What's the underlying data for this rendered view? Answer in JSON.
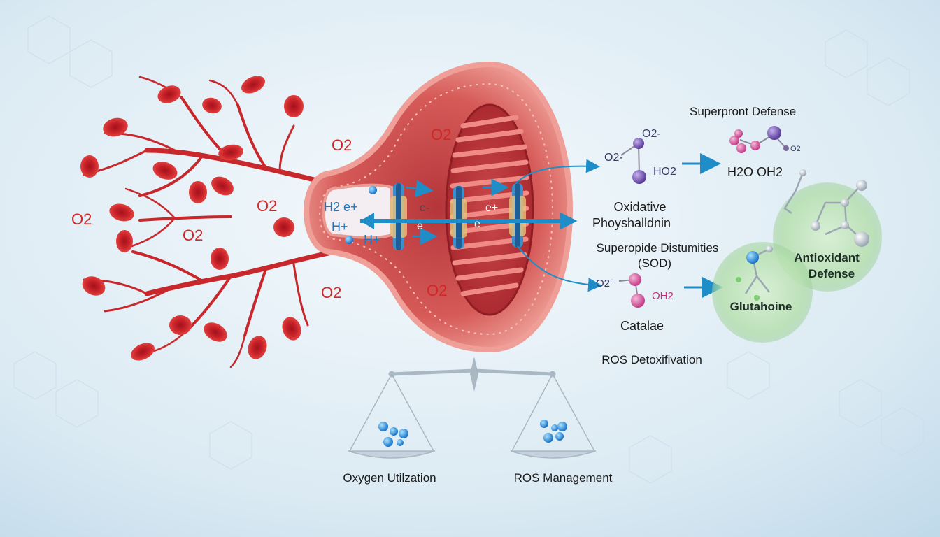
{
  "colors": {
    "background_light": "#eef5fa",
    "background_blue": "#bcd8ea",
    "blood_red": "#d42a2a",
    "cell_pink": "#e7807a",
    "membrane_blue": "#3d8fcb",
    "arrow_blue": "#1f8ec8",
    "text_dark": "#1b1b1b",
    "text_red": "#d32626",
    "green_glow": "#b9e0b0",
    "purple_atom": "#7b5cb8",
    "pink_atom": "#d8589c",
    "scale_gray": "#aab8c4"
  },
  "o2_labels": {
    "a": "O2",
    "b": "O2",
    "c": "O2",
    "d": "O2",
    "e": "O2",
    "f": "O2",
    "g": "O2"
  },
  "o2_subs": {
    "formula": "2"
  },
  "electron_chain": {
    "h2": "H2 e+",
    "h_plus_1": "H+",
    "h_plus_2": "H+",
    "e1": "e-",
    "e2": "e",
    "e3": "e",
    "e4": "e+"
  },
  "labels": {
    "superoxide_defense": "Superpront Defense",
    "o2_minus_top": "O2-",
    "o2_minus_left": "O2-",
    "ho2": "HO2",
    "small_o2": "O2",
    "h2o_oh2": "H2O OH2",
    "oxidative_line1": "Oxidative",
    "oxidative_line2": "Phoyshalldnin",
    "sod_line1": "Superopide Distumities",
    "sod_line2": "(SOD)",
    "o2_sod": "O2°",
    "oh2": "OH2",
    "catalase": "Catalae",
    "ros_detox": "ROS Detoxifivation",
    "antioxidant_line1": "Antioxidant",
    "antioxidant_line2": "Defense",
    "glutathione": "Glutahoine",
    "oxygen_utilization": "Oxygen Utilzation",
    "ros_management": "ROS Management"
  },
  "icons": [
    "red-blood-cell-icon",
    "mitochondrion-icon",
    "molecule-icon",
    "balance-scale-icon"
  ]
}
